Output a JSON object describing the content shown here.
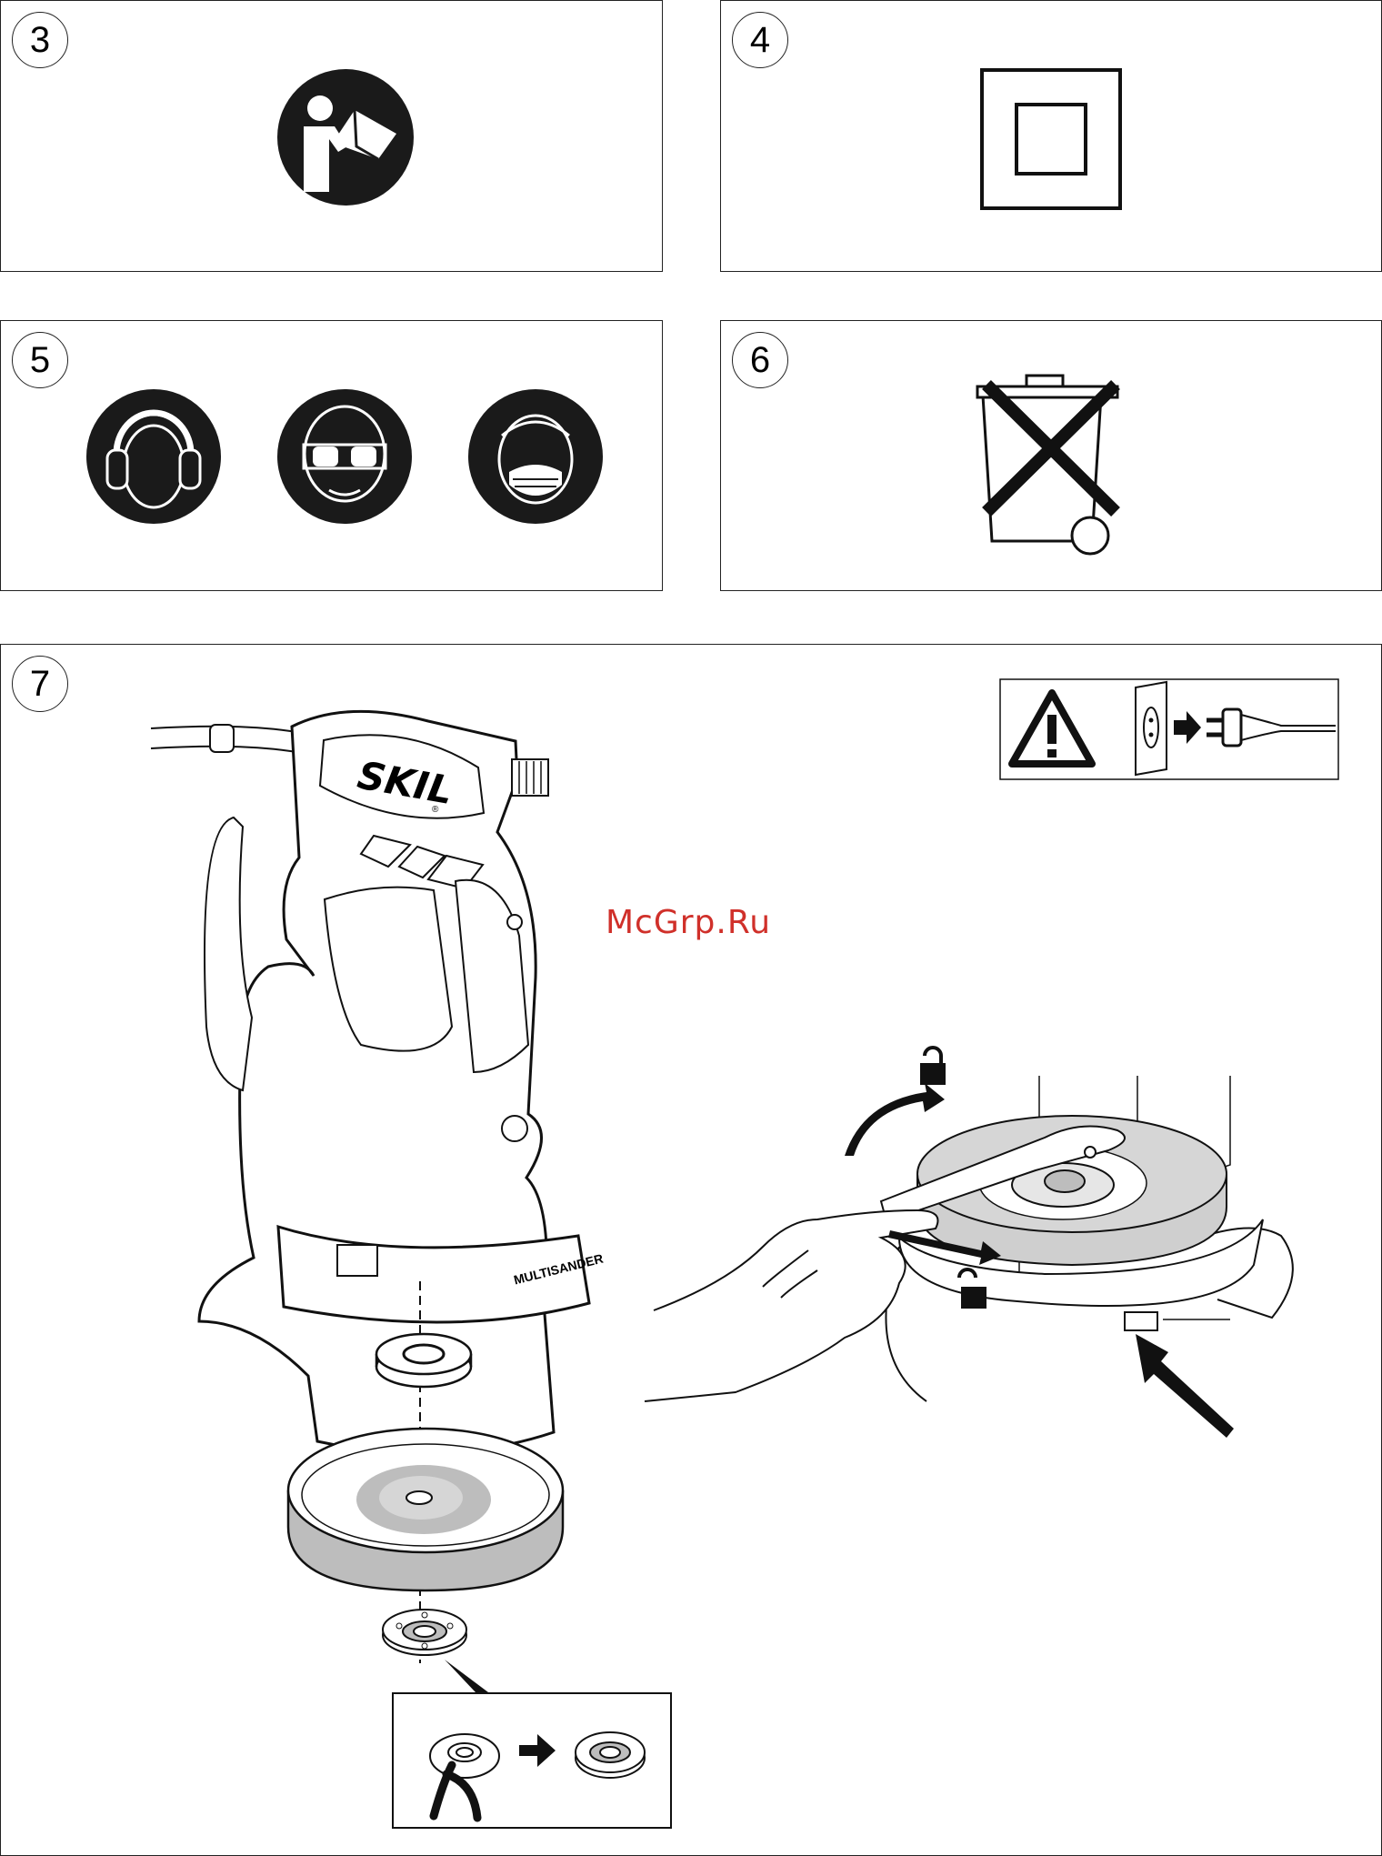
{
  "panels": {
    "p3": {
      "number": "3",
      "icon": "read-manual-icon"
    },
    "p4": {
      "number": "4",
      "icon": "double-insulation-icon"
    },
    "p5": {
      "number": "5",
      "icons": [
        "ear-protection-icon",
        "eye-protection-icon",
        "dust-mask-icon"
      ]
    },
    "p6": {
      "number": "6",
      "icon": "crossed-bin-icon"
    },
    "p7": {
      "number": "7",
      "brand": "SKIL",
      "brand_mark": "®",
      "model": "MULTISANDER"
    }
  },
  "watermark": "McGrp.Ru",
  "colors": {
    "line": "#222222",
    "fill_gray": "#c8c8c8",
    "watermark": "#d0302a"
  }
}
